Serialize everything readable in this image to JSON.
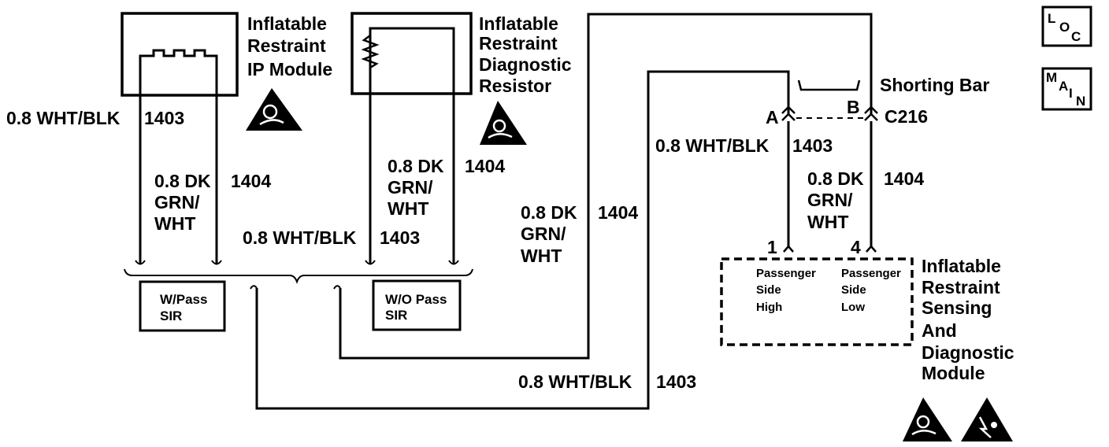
{
  "components": {
    "ip_module": [
      "Inflatable",
      "Restraint",
      "IP Module"
    ],
    "diag_resistor": [
      "Inflatable",
      "Restraint",
      "Diagnostic",
      "Resistor"
    ],
    "sdm": [
      "Inflatable",
      "Restraint",
      "Sensing",
      "And",
      "Diagnostic",
      "Module"
    ],
    "shorting_bar": "Shorting Bar",
    "connector": "C216",
    "pin_a": "A",
    "pin_b": "B",
    "pin_1": "1",
    "pin_4": "4",
    "sdm_high": [
      "Passenger",
      "Side",
      "High"
    ],
    "sdm_low": [
      "Passenger",
      "Side",
      "Low"
    ]
  },
  "options": {
    "w_pass": [
      "W/Pass",
      "SIR"
    ],
    "wo_pass": [
      "W/O Pass",
      "SIR"
    ]
  },
  "wires": {
    "wht_blk": "0.8 WHT/BLK",
    "dk_grn_wht": [
      "0.8 DK",
      "GRN/",
      "WHT"
    ],
    "circuit_1403": "1403",
    "circuit_1404": "1404"
  },
  "badges": {
    "loc": [
      "L",
      "O",
      "C"
    ],
    "main": [
      "M",
      "A",
      "I",
      "N"
    ]
  },
  "icons": [
    "airbag-warning-icon",
    "esd-warning-icon"
  ]
}
